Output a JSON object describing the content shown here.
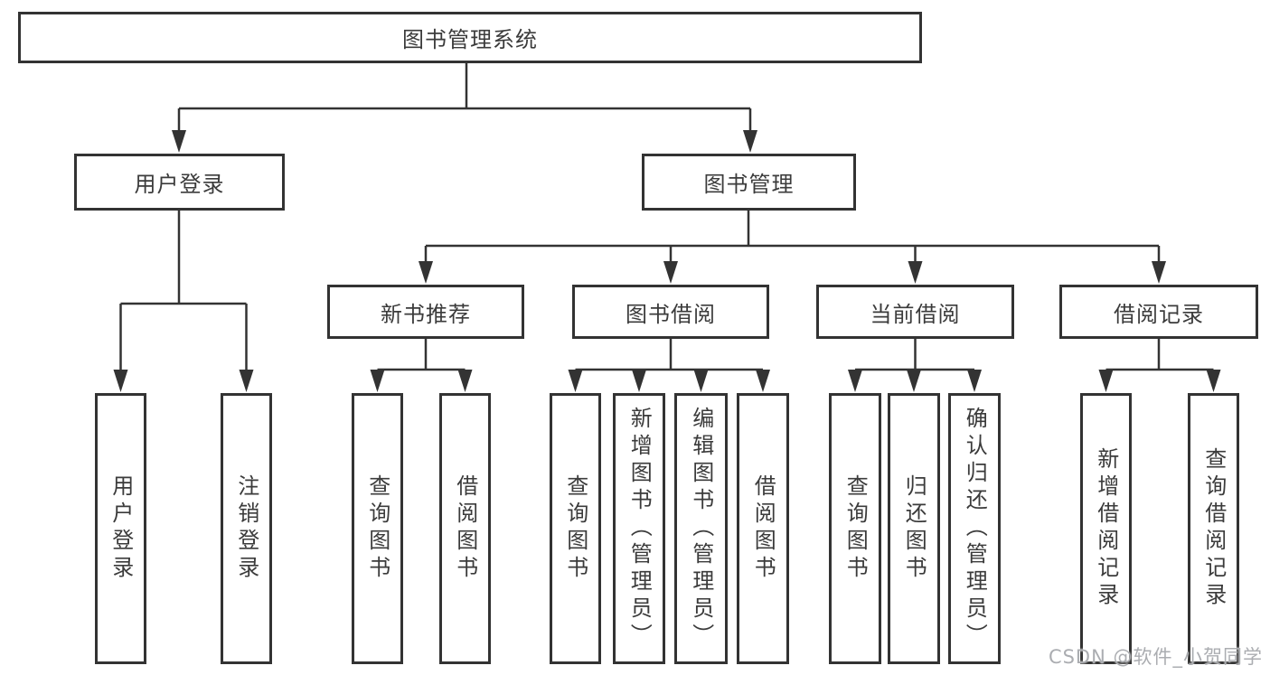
{
  "page": {
    "background": "#ffffff",
    "line_color": "#333333",
    "text_color": "#3b3b3b"
  },
  "nodes": {
    "root": {
      "label": "图书管理系统"
    },
    "level2": {
      "user_login": "用户登录",
      "book_mgmt": "图书管理"
    },
    "level3": {
      "new_book_rec": "新书推荐",
      "book_borrow": "图书借阅",
      "current_borrow": "当前借阅",
      "borrow_record": "借阅记录"
    },
    "leaves": {
      "login_1": "用户登录",
      "login_2": "注销登录",
      "rec_1": "查询图书",
      "rec_2": "借阅图书",
      "borrow_1": "查询图书",
      "borrow_2": "新增图书（管理员）",
      "borrow_3": "编辑图书（管理员）",
      "borrow_4": "借阅图书",
      "current_1": "查询图书",
      "current_2": "归还图书",
      "current_3": "确认归还（管理员）",
      "record_1": "新增借阅记录",
      "record_2": "查询借阅记录"
    }
  },
  "watermark": {
    "text": "CSDN @软件_小贺同学"
  }
}
